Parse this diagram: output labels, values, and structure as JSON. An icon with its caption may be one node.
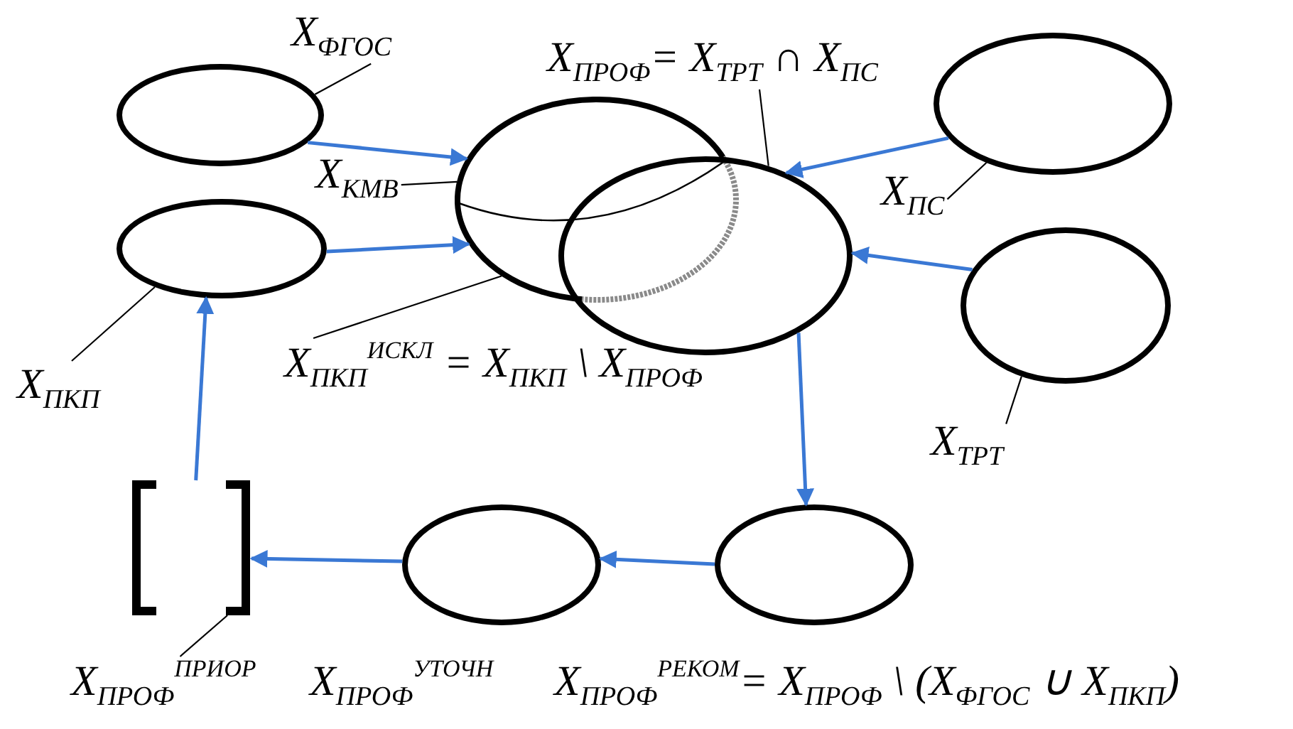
{
  "diagram": {
    "nodes": [
      {
        "text": [],
        "shape": "circle"
      },
      {
        "text": [],
        "shape": "circle"
      },
      {
        "text": [],
        "shape": "circle"
      },
      {
        "text": [],
        "shape": "circle"
      },
      {
        "text": [],
        "shape": "circle"
      },
      {
        "text": [],
        "shape": "circle"
      },
      {
        "text": [],
        "shape": "circle",
        "beside": [
          "X$_{ПРОФ}$$^{РЕКОМ}$= X$_{ПРОФ}$ \\ (X$_{ФГОС}$ ∪ X$_{ПКП}$)"
        ]
      },
      {
        "text": [],
        "shape": "circle",
        "beside": [
          "X$_{ПРОФ}$$^{УТОЧН}$"
        ]
      },
      {
        "text": [],
        "shape": "bracket"
      },
      {
        "text": [
          "X$_{ФГОС}$"
        ]
      },
      {
        "text": [
          "X$_{КМВ}$"
        ]
      },
      {
        "text": [
          "X$_{ПКП}$"
        ]
      },
      {
        "text": [
          "X$_{ПКП}$$^{ИСКЛ}$ = X$_{ПКП}$ \\ X$_{ПРОФ}$"
        ]
      },
      {
        "text": [
          "X$_{ПРОФ}$= X$_{ТРТ}$ ∩ X$_{ПС}$"
        ]
      },
      {
        "text": [
          "X$_{ПС}$"
        ]
      },
      {
        "text": [
          "X$_{ТРТ}$"
        ]
      },
      {
        "text": [
          "X$_{ПРОФ}$$^{ПРИОР}$"
        ]
      }
    ],
    "edges": [
      {
        "from": 0,
        "to": 2,
        "arrow": "to"
      },
      {
        "from": 1,
        "to": 2,
        "arrow": "to"
      },
      {
        "from": 4,
        "to": 3,
        "arrow": "to"
      },
      {
        "from": 5,
        "to": 3,
        "arrow": "to"
      },
      {
        "from": 3,
        "to": 6,
        "arrow": "to"
      },
      {
        "from": 6,
        "to": 7,
        "arrow": "to"
      },
      {
        "from": 7,
        "to": 8,
        "arrow": "to"
      },
      {
        "from": 8,
        "to": 1,
        "arrow": "to"
      },
      {
        "from": 9,
        "to": 0,
        "arrow": "none",
        "color": "#000000"
      },
      {
        "from": 10,
        "to": 2,
        "arrow": "none",
        "color": "#000000"
      },
      {
        "from": 11,
        "to": 1,
        "arrow": "none",
        "color": "#000000"
      },
      {
        "from": 12,
        "to": 2,
        "arrow": "none",
        "color": "#000000"
      },
      {
        "from": 13,
        "to": 3,
        "arrow": "none",
        "color": "#000000"
      },
      {
        "from": 14,
        "to": 4,
        "arrow": "none",
        "color": "#000000"
      },
      {
        "from": 15,
        "to": 5,
        "arrow": "none",
        "color": "#000000"
      },
      {
        "from": 16,
        "to": 8,
        "arrow": "none",
        "color": "#000000"
      }
    ]
  }
}
